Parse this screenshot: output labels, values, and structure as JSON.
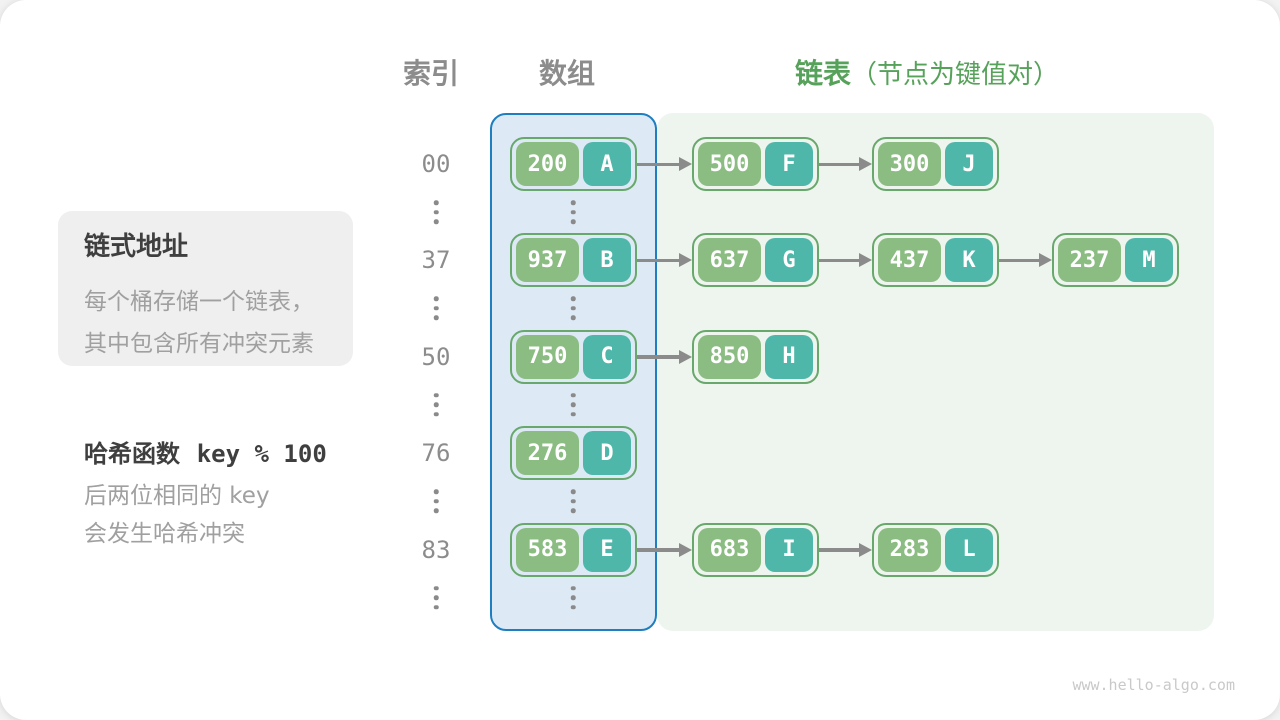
{
  "headers": {
    "index": "索引",
    "array": "数组",
    "list": "链表",
    "list_note": "（节点为键值对）"
  },
  "info_box": {
    "title": "链式地址",
    "lines": [
      "每个桶存储一个链表，",
      "其中包含所有冲突元素"
    ]
  },
  "hash_note": {
    "label": "哈希函数",
    "code": "key % 100",
    "lines": [
      "后两位相同的 key",
      "会发生哈希冲突"
    ]
  },
  "hash_table": {
    "rows": [
      {
        "index": "00",
        "bucket": {
          "key": "200",
          "value": "A"
        },
        "chain": [
          {
            "key": "500",
            "value": "F"
          },
          {
            "key": "300",
            "value": "J"
          }
        ]
      },
      {
        "index": "37",
        "bucket": {
          "key": "937",
          "value": "B"
        },
        "chain": [
          {
            "key": "637",
            "value": "G"
          },
          {
            "key": "437",
            "value": "K"
          },
          {
            "key": "237",
            "value": "M"
          }
        ]
      },
      {
        "index": "50",
        "bucket": {
          "key": "750",
          "value": "C"
        },
        "chain": [
          {
            "key": "850",
            "value": "H"
          }
        ]
      },
      {
        "index": "76",
        "bucket": {
          "key": "276",
          "value": "D"
        },
        "chain": []
      },
      {
        "index": "83",
        "bucket": {
          "key": "583",
          "value": "E"
        },
        "chain": [
          {
            "key": "683",
            "value": "I"
          },
          {
            "key": "283",
            "value": "L"
          }
        ]
      }
    ]
  },
  "watermark": "www.hello-algo.com",
  "colors": {
    "key_green": "#8bbc82",
    "value_teal": "#4fb7aa",
    "node_border": "#68a86c",
    "array_fill": "#ddeaf6",
    "array_border": "#1e7ec0",
    "list_fill": "#eef5ee",
    "header_gray": "#8c8c8c",
    "header_green": "#57a25b",
    "text_dark": "#3f3f3f",
    "text_muted": "#a0a0a0",
    "arrow_gray": "#8b8b8b"
  }
}
